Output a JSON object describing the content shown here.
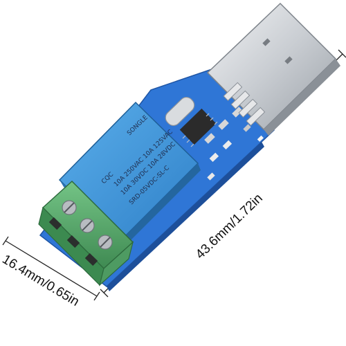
{
  "dimensions": {
    "length_label": "43.6mm/1.72in",
    "width_label": "16.4mm/0.65in"
  },
  "relay": {
    "brand": "SONGLE",
    "rating_line1": "10A 250VAC  10A 125VAC",
    "rating_line2": "10A 30VDC  10A 28VDC",
    "model": "SRD-05VDC-SL-C",
    "cert_mark": "CQC"
  },
  "colors": {
    "pcb": "#2f76d6",
    "relay_body": "#3a93dc",
    "terminal_block": "#5aa86a",
    "usb_plug": "#c9cdd2",
    "dimension_line": "#222222"
  }
}
